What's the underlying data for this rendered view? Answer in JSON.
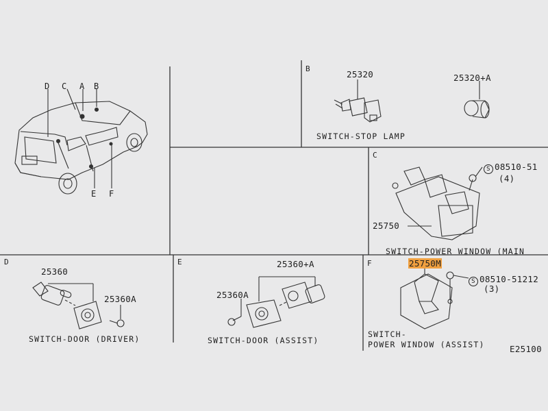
{
  "sections": {
    "b": "B",
    "c": "C",
    "d": "D",
    "e": "E",
    "f": "F"
  },
  "vehicle_callouts": {
    "d": "D",
    "c": "C",
    "a": "A",
    "b": "B",
    "e": "E",
    "f": "F"
  },
  "parts": {
    "stop_lamp": "25320",
    "stop_lamp_a": "25320+A",
    "pw_main": "25750",
    "pw_main_screw": "08510-51",
    "pw_main_screw_qty": "(4)",
    "door_driver": "25360",
    "door_driver_a": "25360A",
    "door_assist_a": "25360+A",
    "door_assist": "25360A",
    "pw_assist": "25750M",
    "pw_assist_screw": "08510-51212",
    "pw_assist_screw_qty": "(3)"
  },
  "captions": {
    "stop_lamp": "SWITCH-STOP LAMP",
    "pw_main": "SWITCH-POWER WINDOW (MAIN",
    "door_driver": "SWITCH-DOOR (DRIVER)",
    "door_assist": "SWITCH-DOOR (ASSIST)",
    "pw_assist_1": "SWITCH-",
    "pw_assist_2": "POWER WINDOW (ASSIST)"
  },
  "screw_symbol": "S",
  "drawing_code": "E25100"
}
